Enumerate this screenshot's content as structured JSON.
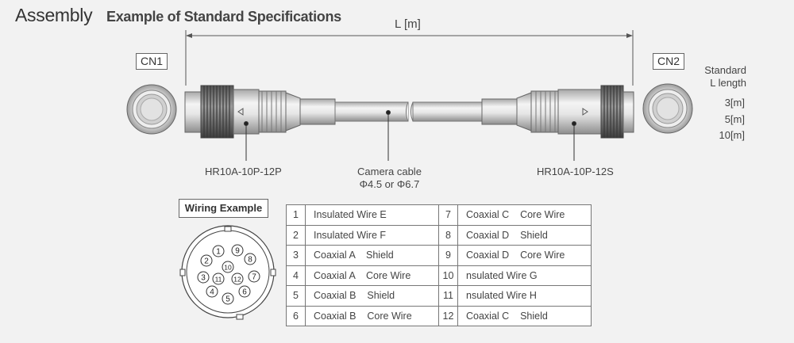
{
  "header": {
    "title": "Assembly",
    "subtitle": "Example of Standard Specifications"
  },
  "cable": {
    "length_label": "L [m]",
    "cn1_label": "CN1",
    "cn2_label": "CN2",
    "left_connector": "HR10A-10P-12P",
    "right_connector": "HR10A-10P-12S",
    "cable_label_line1": "Camera cable",
    "cable_label_line2": "Φ4.5 or Φ6.7",
    "standard_title_line1": "Standard",
    "standard_title_line2": "L length",
    "standard_lengths": [
      "3[m]",
      "5[m]",
      "10[m]"
    ]
  },
  "wiring": {
    "title": "Wiring Example",
    "pin_numbers": [
      "1",
      "2",
      "3",
      "4",
      "5",
      "6",
      "7",
      "8",
      "9",
      "10",
      "11",
      "12"
    ],
    "rows": [
      {
        "l_num": "1",
        "l_desc": "Insulated Wire E",
        "r_num": "7",
        "r_desc": "Coaxial C    Core Wire"
      },
      {
        "l_num": "2",
        "l_desc": "Insulated Wire F",
        "r_num": "8",
        "r_desc": "Coaxial D    Shield"
      },
      {
        "l_num": "3",
        "l_desc": "Coaxial A    Shield",
        "r_num": "9",
        "r_desc": "Coaxial D    Core Wire"
      },
      {
        "l_num": "4",
        "l_desc": "Coaxial A    Core Wire",
        "r_num": "10",
        "r_desc": "nsulated Wire G"
      },
      {
        "l_num": "5",
        "l_desc": "Coaxial B    Shield",
        "r_num": "11",
        "r_desc": "nsulated Wire H"
      },
      {
        "l_num": "6",
        "l_desc": "Coaxial B    Core Wire",
        "r_num": "12",
        "r_desc": "Coaxial C    Shield"
      }
    ]
  }
}
